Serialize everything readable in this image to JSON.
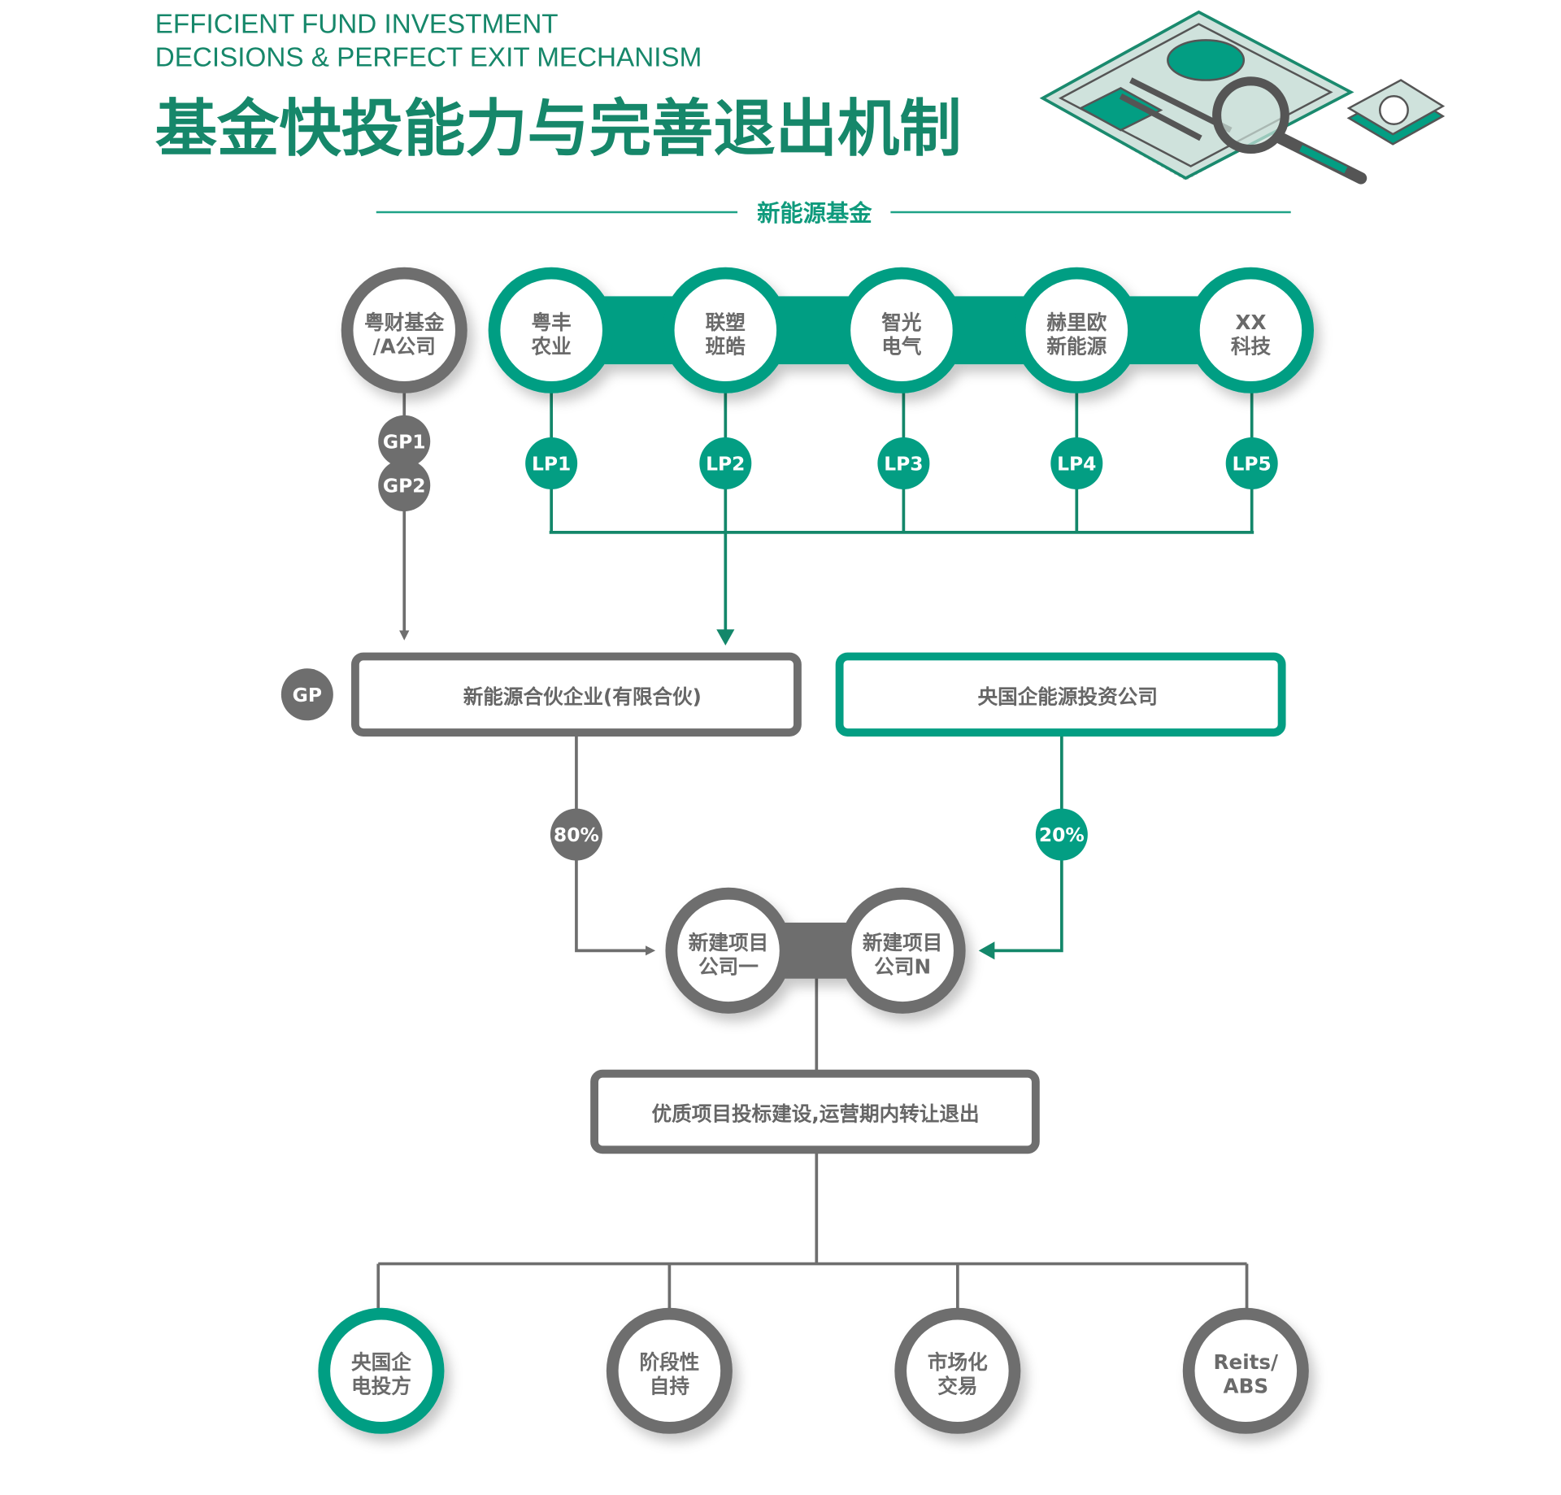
{
  "header": {
    "en_line1": "EFFICIENT FUND INVESTMENT",
    "en_line2": "DECISIONS & PERFECT EXIT MECHANISM",
    "title": "基金快投能力与完善退出机制",
    "illustration": "document-magnifier-icon"
  },
  "section_title": "新能源基金",
  "colors": {
    "green": "#039e83",
    "title_green": "#16876a",
    "gray": "#6e6e6e",
    "text_gray": "#666666"
  },
  "gp_node": {
    "line1": "粤财基金",
    "line2": "/A公司",
    "badges": [
      "GP1",
      "GP2"
    ]
  },
  "lp_nodes": [
    {
      "line1": "粤丰",
      "line2": "农业",
      "badge": "LP1"
    },
    {
      "line1": "联塑",
      "line2": "班皓",
      "badge": "LP2"
    },
    {
      "line1": "智光",
      "line2": "电气",
      "badge": "LP3"
    },
    {
      "line1": "赫里欧",
      "line2": "新能源",
      "badge": "LP4"
    },
    {
      "line1": "XX",
      "line2": "科技",
      "badge": "LP5"
    }
  ],
  "gp_badge": "GP",
  "partnership_box": "新能源合伙企业(有限合伙)",
  "soe_box": "央国企能源投资公司",
  "share_left": "80%",
  "share_right": "20%",
  "project_companies": [
    {
      "line1": "新建项目",
      "line2": "公司一"
    },
    {
      "line1": "新建项目",
      "line2": "公司N"
    }
  ],
  "project_box": "优质项目投标建设,运营期内转让退出",
  "exits": [
    {
      "line1": "央国企",
      "line2": "电投方"
    },
    {
      "line1": "阶段性",
      "line2": "自持"
    },
    {
      "line1": "市场化",
      "line2": "交易"
    },
    {
      "line1": "Reits/",
      "line2": "ABS"
    }
  ]
}
